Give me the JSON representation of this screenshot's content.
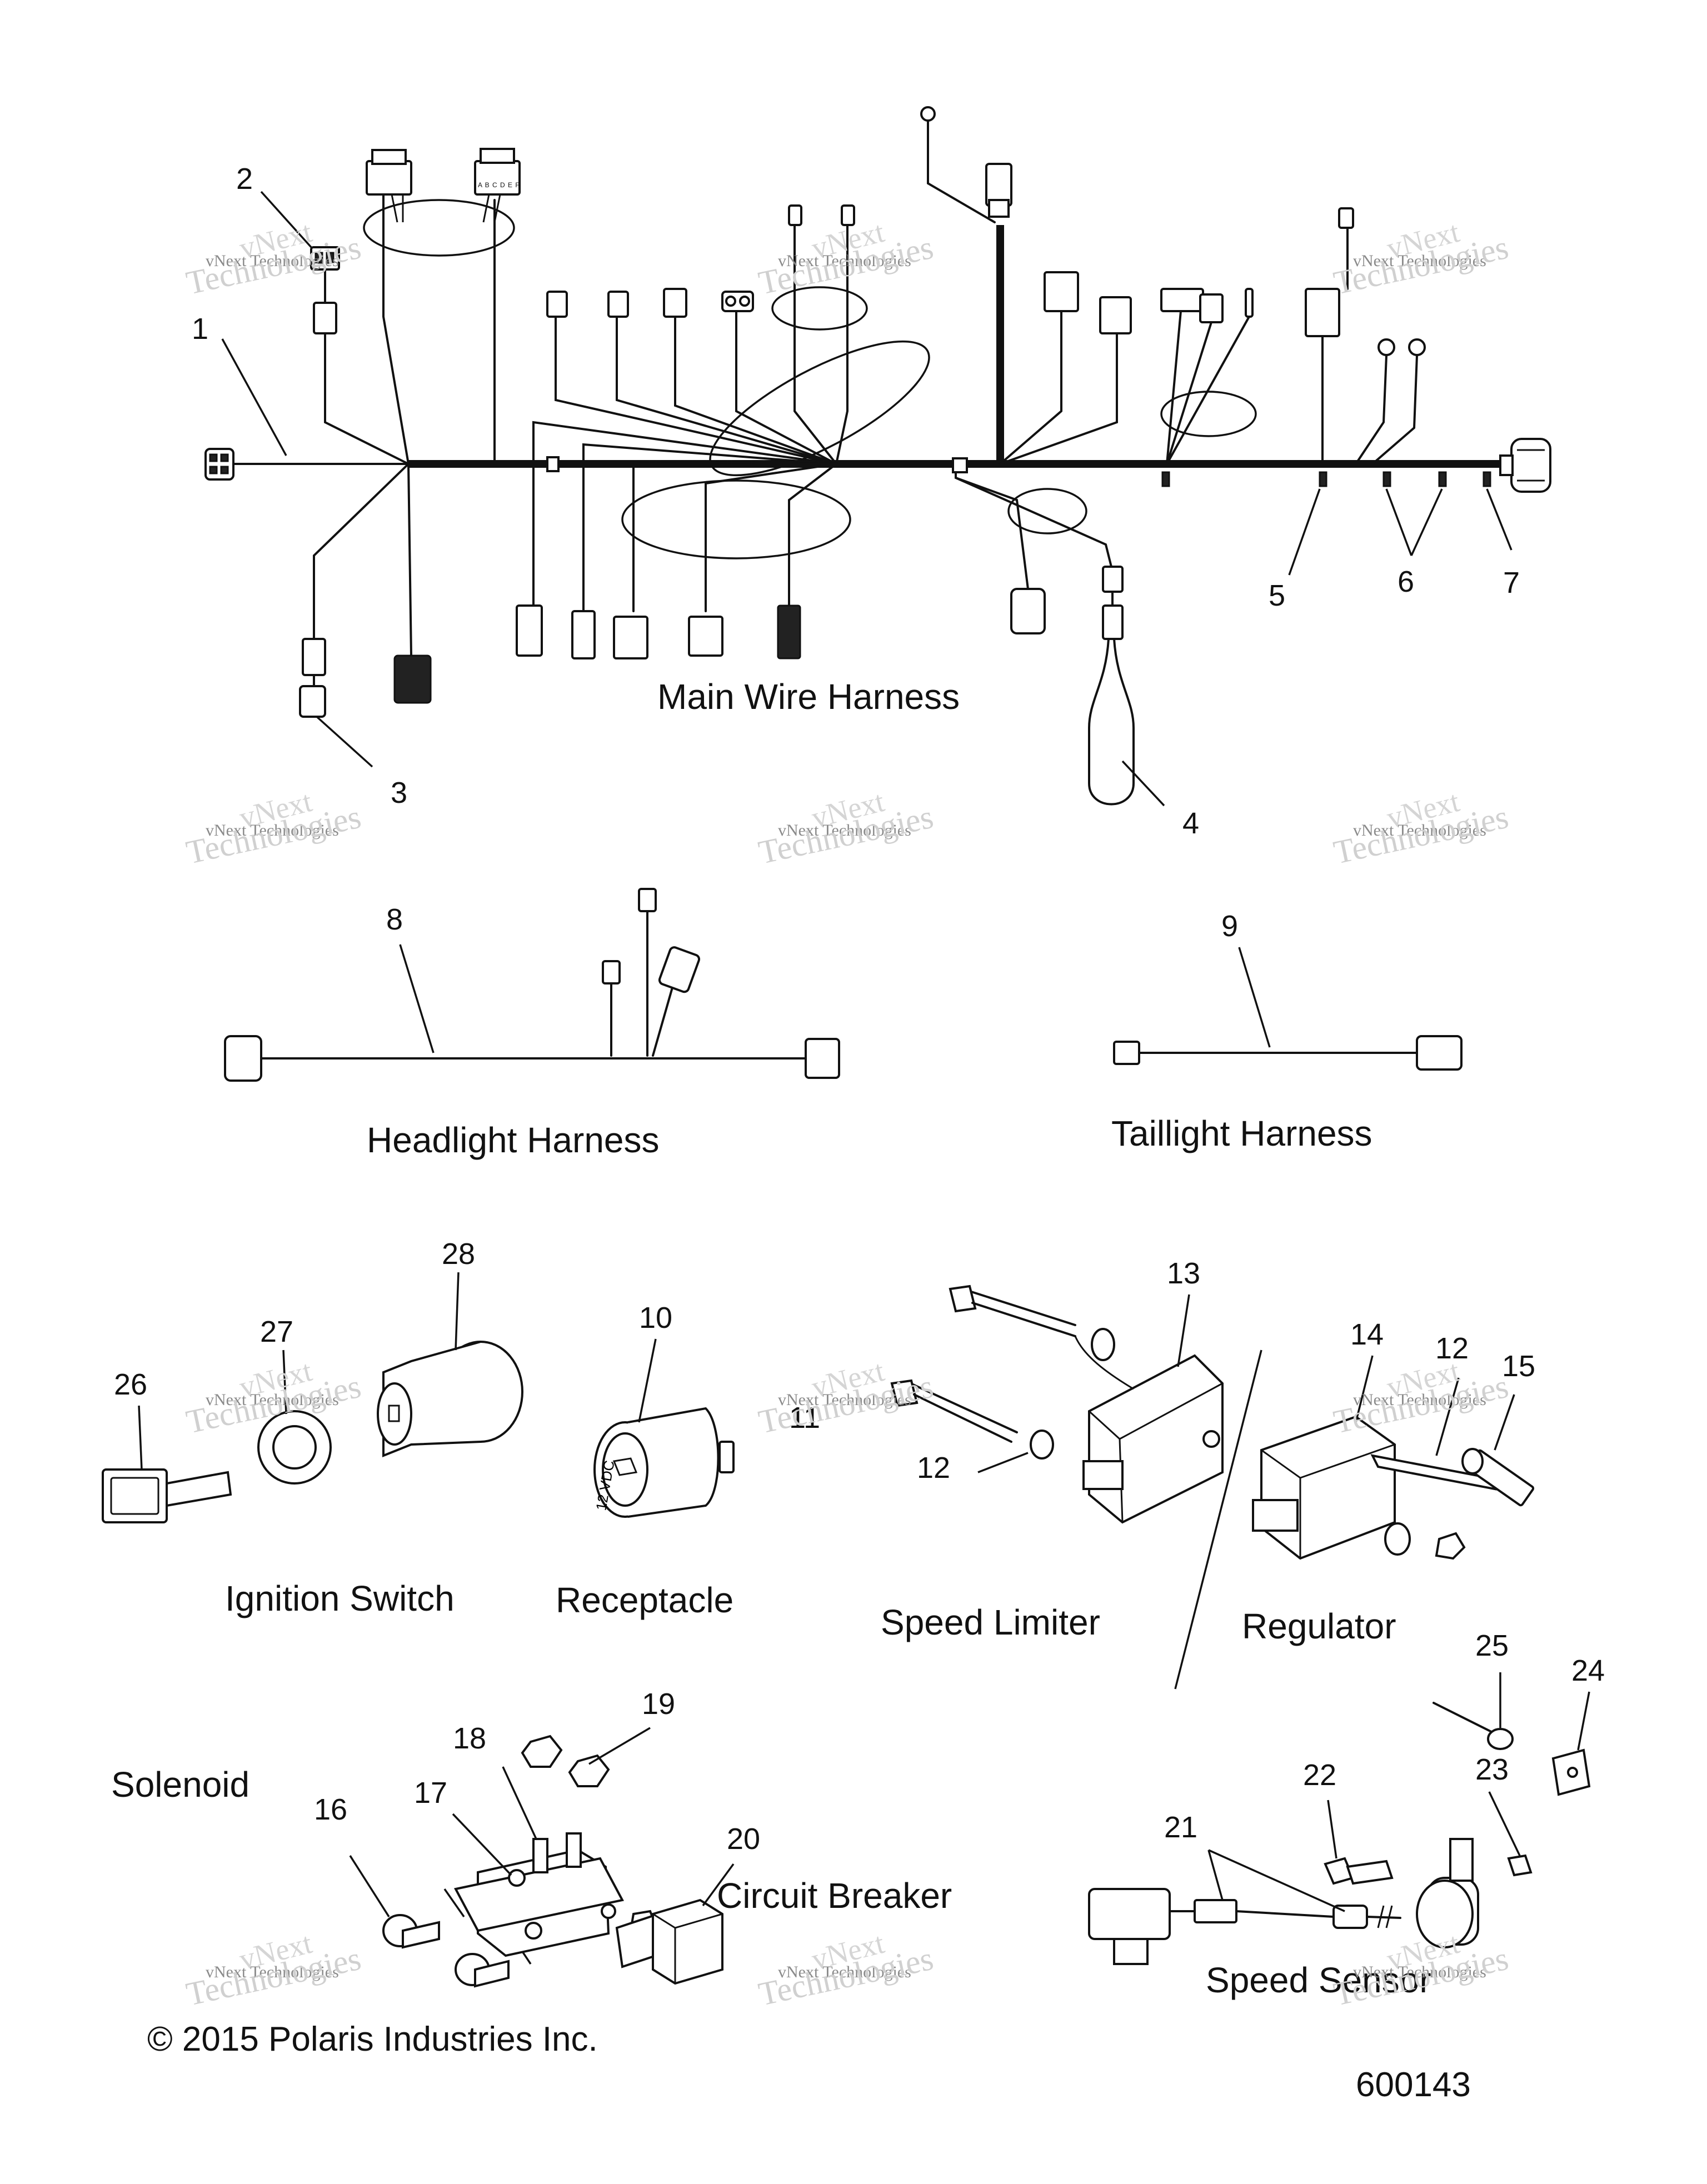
{
  "sections": {
    "main_wire_harness": "Main Wire Harness",
    "headlight_harness": "Headlight Harness",
    "taillight_harness": "Taillight Harness",
    "ignition_switch": "Ignition Switch",
    "receptacle": "Receptacle",
    "speed_limiter": "Speed Limiter",
    "regulator": "Regulator",
    "solenoid": "Solenoid",
    "circuit_breaker": "Circuit Breaker",
    "speed_sensor": "Speed Sensor"
  },
  "callouts": {
    "c1": "1",
    "c2": "2",
    "c3": "3",
    "c4": "4",
    "c5": "5",
    "c6": "6",
    "c7": "7",
    "c8": "8",
    "c9": "9",
    "c10": "10",
    "c11": "11",
    "c12a": "12",
    "c12b": "12",
    "c13": "13",
    "c14": "14",
    "c15": "15",
    "c16": "16",
    "c17": "17",
    "c18": "18",
    "c19": "19",
    "c20": "20",
    "c21": "21",
    "c22": "22",
    "c23": "23",
    "c24": "24",
    "c25": "25",
    "c26": "26",
    "c27": "27",
    "c28": "28"
  },
  "receptacle_marking": "12 VDC",
  "connector_pin_marking": "A B C D E F",
  "watermark": {
    "line1": "vNext Technologies",
    "line2": "Technologies",
    "line3": "vNext"
  },
  "footer": {
    "copyright": "© 2015 Polaris Industries Inc.",
    "drawing_number": "600143"
  }
}
